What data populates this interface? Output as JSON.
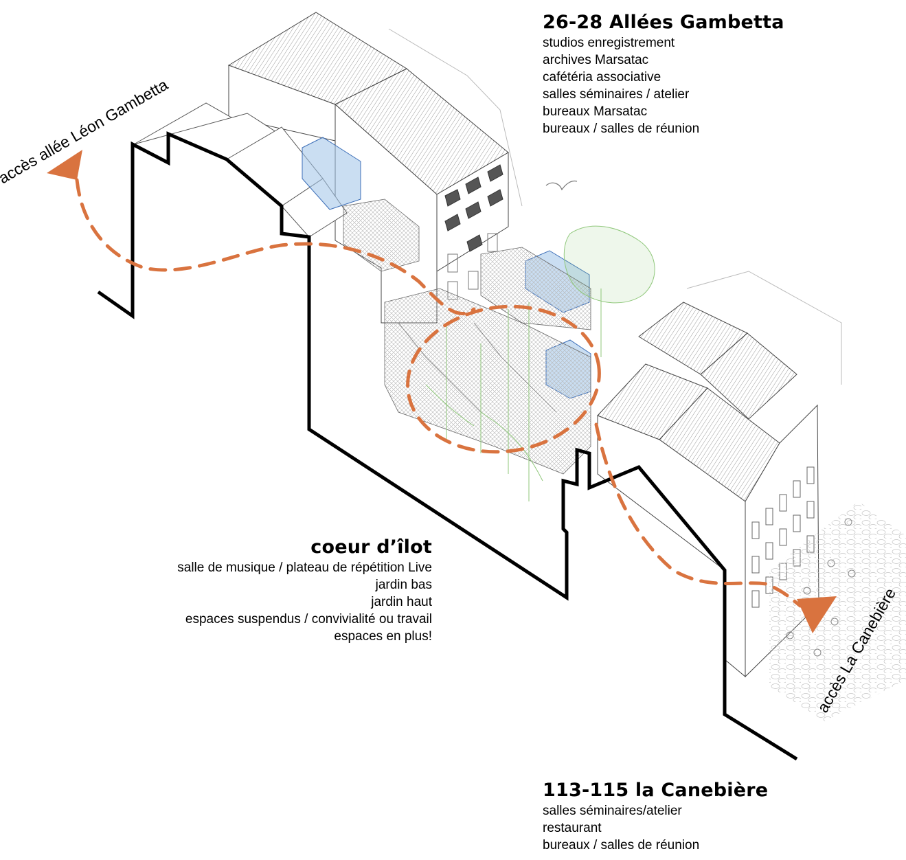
{
  "colors": {
    "path_accent": "#d9733f",
    "section_line": "#000000",
    "roof_hatch": "#8c8c8c",
    "glass_blue": "#9fc3e8",
    "vegetation_green": "#8fc77a"
  },
  "buildings": {
    "gambetta": {
      "title": "26-28 Allées Gambetta",
      "functions": [
        "studios enregistrement",
        "archives Marsatac",
        "cafétéria associative",
        "salles séminaires / atelier",
        "bureaux Marsatac",
        "bureaux / salles de réunion"
      ]
    },
    "ilot": {
      "title": "coeur d’îlot",
      "functions": [
        "salle de musique / plateau de répétition Live",
        "jardin bas",
        "jardin haut",
        "espaces suspendus / convivialité ou travail",
        "espaces en plus!"
      ]
    },
    "canebiere": {
      "title": "113-115 la Canebière",
      "functions": [
        "salles séminaires/atelier",
        "restaurant",
        "bureaux / salles de réunion"
      ]
    }
  },
  "access": {
    "gambetta": "accès allée Léon Gambetta",
    "canebiere": "accès La Canebière"
  }
}
